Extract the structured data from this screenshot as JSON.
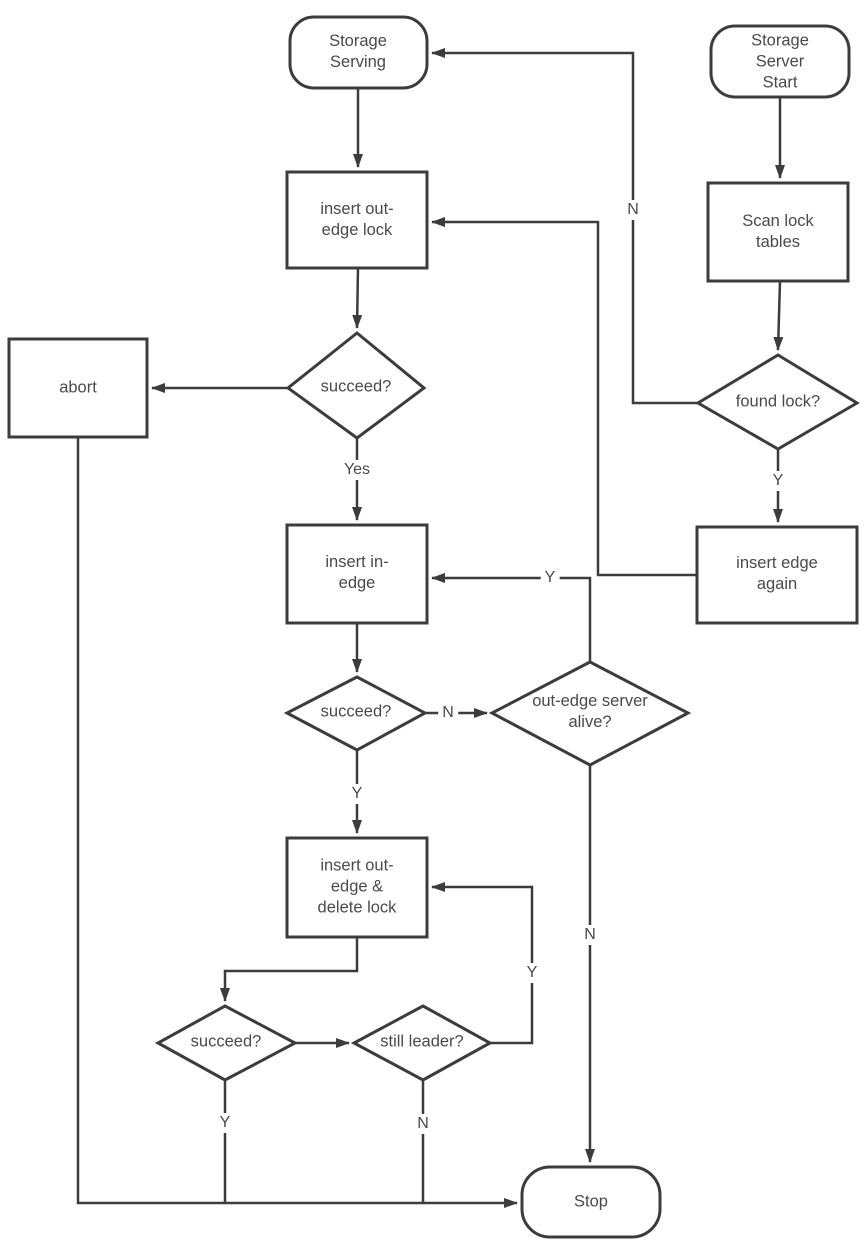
{
  "diagram": {
    "type": "flowchart",
    "colors": {
      "background": "#ffffff",
      "line": "#3c3c3c",
      "text": "#4a4a4a"
    },
    "nodes": {
      "storage_serving": {
        "label": "Storage Serving",
        "shape": "terminal"
      },
      "storage_server_start": {
        "label": "Storage Server Start",
        "shape": "terminal"
      },
      "insert_out_edge_lock": {
        "label": "insert out-edge lock",
        "shape": "process"
      },
      "scan_lock_tables": {
        "label": "Scan lock tables",
        "shape": "process"
      },
      "succeed_1": {
        "label": "succeed?",
        "shape": "decision"
      },
      "abort": {
        "label": "abort",
        "shape": "process"
      },
      "found_lock": {
        "label": "found lock?",
        "shape": "decision"
      },
      "insert_in_edge": {
        "label": "insert in-edge",
        "shape": "process"
      },
      "insert_edge_again": {
        "label": "insert edge again",
        "shape": "process"
      },
      "succeed_2": {
        "label": "succeed?",
        "shape": "decision"
      },
      "out_edge_server_alive": {
        "label": "out-edge server alive?",
        "shape": "decision"
      },
      "insert_out_edge_delete_lock": {
        "label": "insert out-edge & delete lock",
        "shape": "process"
      },
      "succeed_3": {
        "label": "succeed?",
        "shape": "decision"
      },
      "still_leader": {
        "label": "still leader?",
        "shape": "decision"
      },
      "stop": {
        "label": "Stop",
        "shape": "terminal"
      }
    },
    "edge_labels": {
      "found_lock_n": "N",
      "found_lock_y": "Y",
      "succeed_1_yes": "Yes",
      "alive_y": "Y",
      "succeed_2_n": "N",
      "succeed_2_y": "Y",
      "alive_n": "N",
      "still_leader_y": "Y",
      "succeed_3_y": "Y",
      "still_leader_n": "N"
    }
  }
}
